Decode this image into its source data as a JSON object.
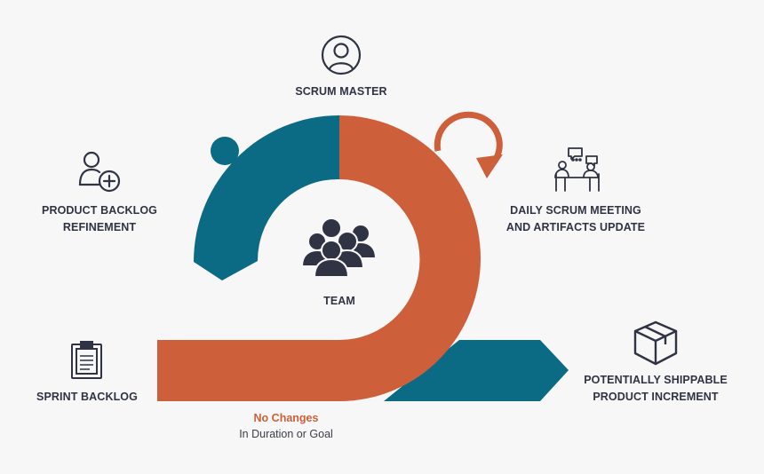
{
  "colors": {
    "teal": "#0b6a84",
    "orange": "#cd5f3a",
    "icon": "#2f3343",
    "text": "#2f3343",
    "background": "#f7f7f7"
  },
  "labels": {
    "scrum_master": "SCRUM MASTER",
    "product_backlog_line1": "PRODUCT BACKLOG",
    "product_backlog_line2": "REFINEMENT",
    "daily_scrum_line1": "DAILY SCRUM MEETING",
    "daily_scrum_line2": "AND ARTIFACTS UPDATE",
    "team": "TEAM",
    "sprint_backlog": "SPRINT BACKLOG",
    "increment_line1": "POTENTIALLY SHIPPABLE",
    "increment_line2": "PRODUCT INCREMENT"
  },
  "note": {
    "title": "No Changes",
    "subtitle": "In Duration or Goal"
  },
  "icons": {
    "scrum_master": "user-circle-icon",
    "product_backlog": "user-add-icon",
    "daily_scrum": "meeting-icon",
    "team": "team-icon",
    "sprint_backlog": "clipboard-icon",
    "increment": "box-icon"
  }
}
